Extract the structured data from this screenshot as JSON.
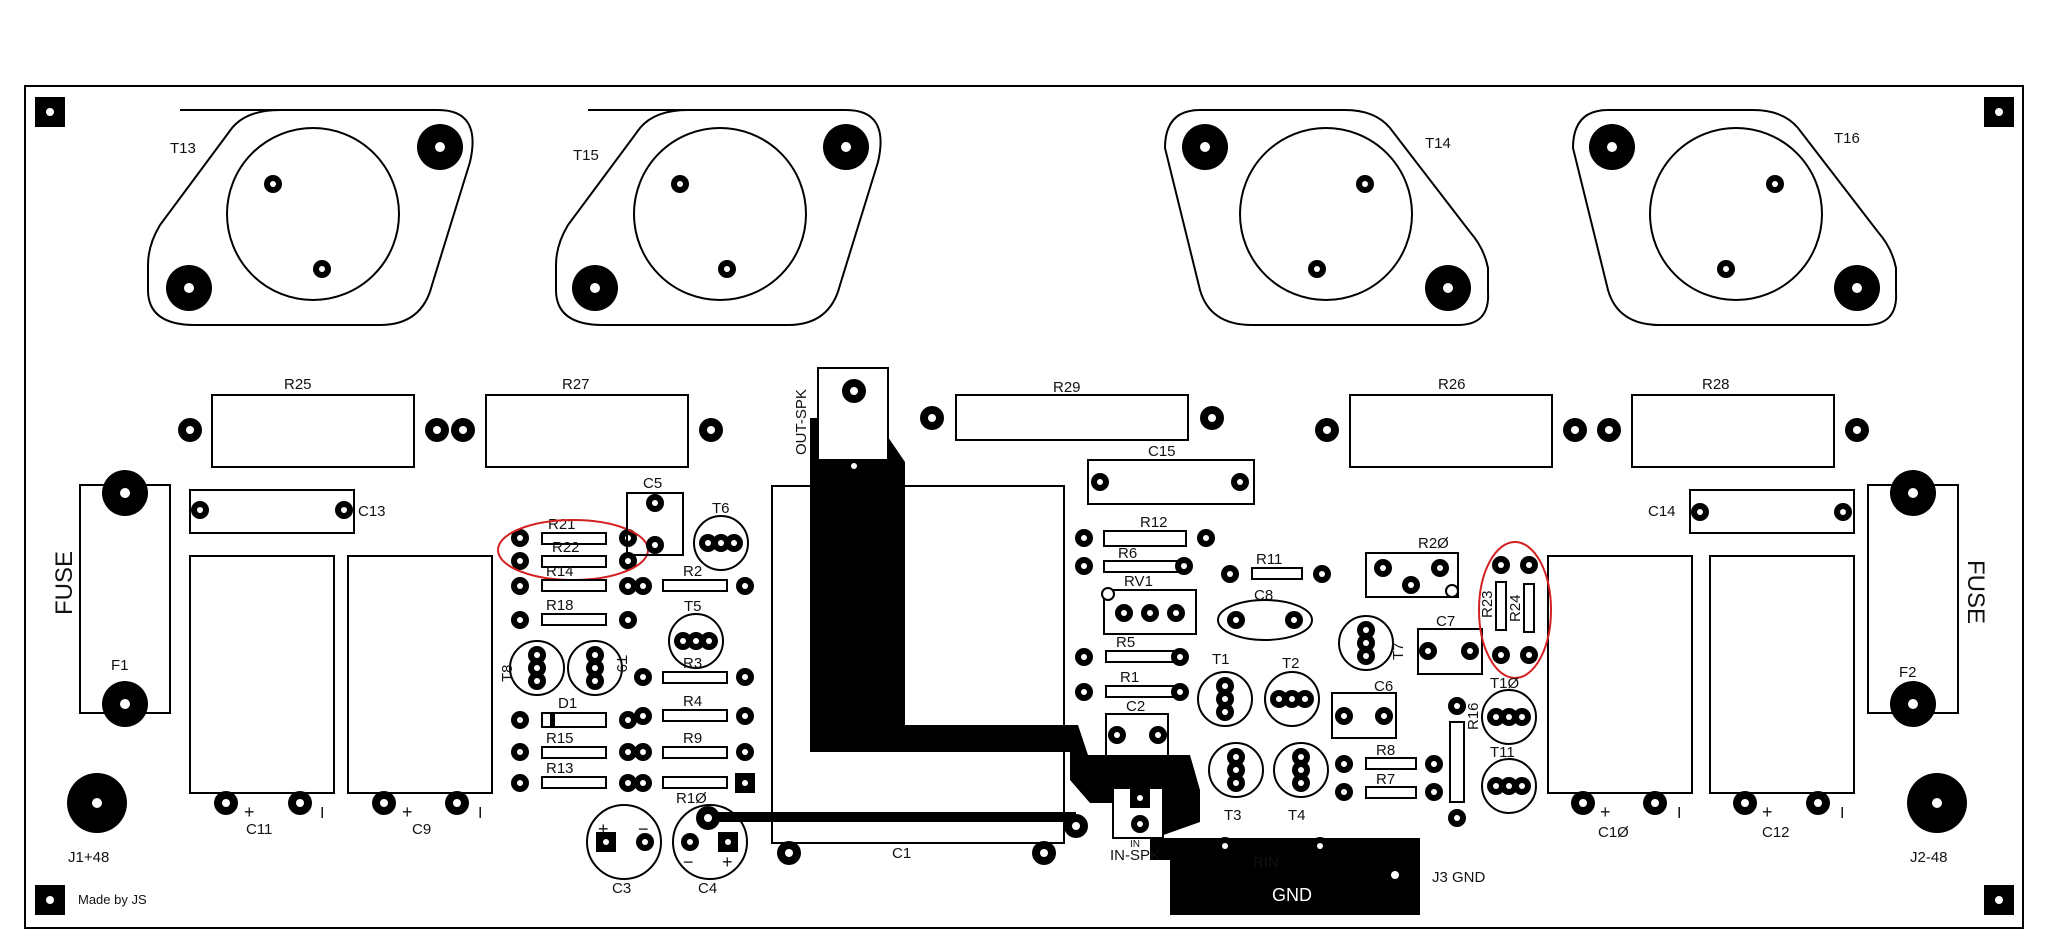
{
  "board": {
    "labels": {
      "t13": "T13",
      "t15": "T15",
      "t14": "T14",
      "t16": "T16",
      "r25": "R25",
      "r27": "R27",
      "r29": "R29",
      "r26": "R26",
      "r28": "R28",
      "c15": "C15",
      "c13": "C13",
      "c14": "C14",
      "c5": "C5",
      "r21": "R21",
      "r22": "R22",
      "r14": "R14",
      "r18": "R18",
      "t8": "T8",
      "t9": "T9",
      "d1": "D1",
      "r15": "R15",
      "r13": "R13",
      "t6": "T6",
      "r2": "R2",
      "t5": "T5",
      "r3": "R3",
      "r4": "R4",
      "r9": "R9",
      "r10": "R1Ø",
      "c3": "C3",
      "c4": "C4",
      "c1": "C1",
      "out_spk": "OUT-SPK",
      "r12": "R12",
      "r6": "R6",
      "rv1": "RV1",
      "r5": "R5",
      "r1": "R1",
      "c2": "C2",
      "in": "IN",
      "in_spk": "IN-SPK",
      "r11": "R11",
      "c8": "C8",
      "t1": "T1",
      "t2": "T2",
      "t3": "T3",
      "t4": "T4",
      "rin": "RIN",
      "r20": "R2Ø",
      "t7": "T7",
      "c7": "C7",
      "c6": "C6",
      "r8": "R8",
      "r7": "R7",
      "r16": "R16",
      "r23": "R23",
      "r24": "R24",
      "t10": "T1Ø",
      "t11": "T11",
      "c10": "C1Ø",
      "c12": "C12",
      "c11": "C11",
      "c9": "C9",
      "fuse_left": "FUSE",
      "fuse_right": "FUSE",
      "f1": "F1",
      "f2": "F2",
      "j1": "J1+48",
      "j2": "J2-48",
      "j3": "J3 GND",
      "gnd": "GND",
      "credit": "Made by JS",
      "plus": "+",
      "minus": "−",
      "bar": "I"
    },
    "colors": {
      "ink": "#000000",
      "highlight": "#d42020",
      "paper": "#ffffff"
    }
  }
}
